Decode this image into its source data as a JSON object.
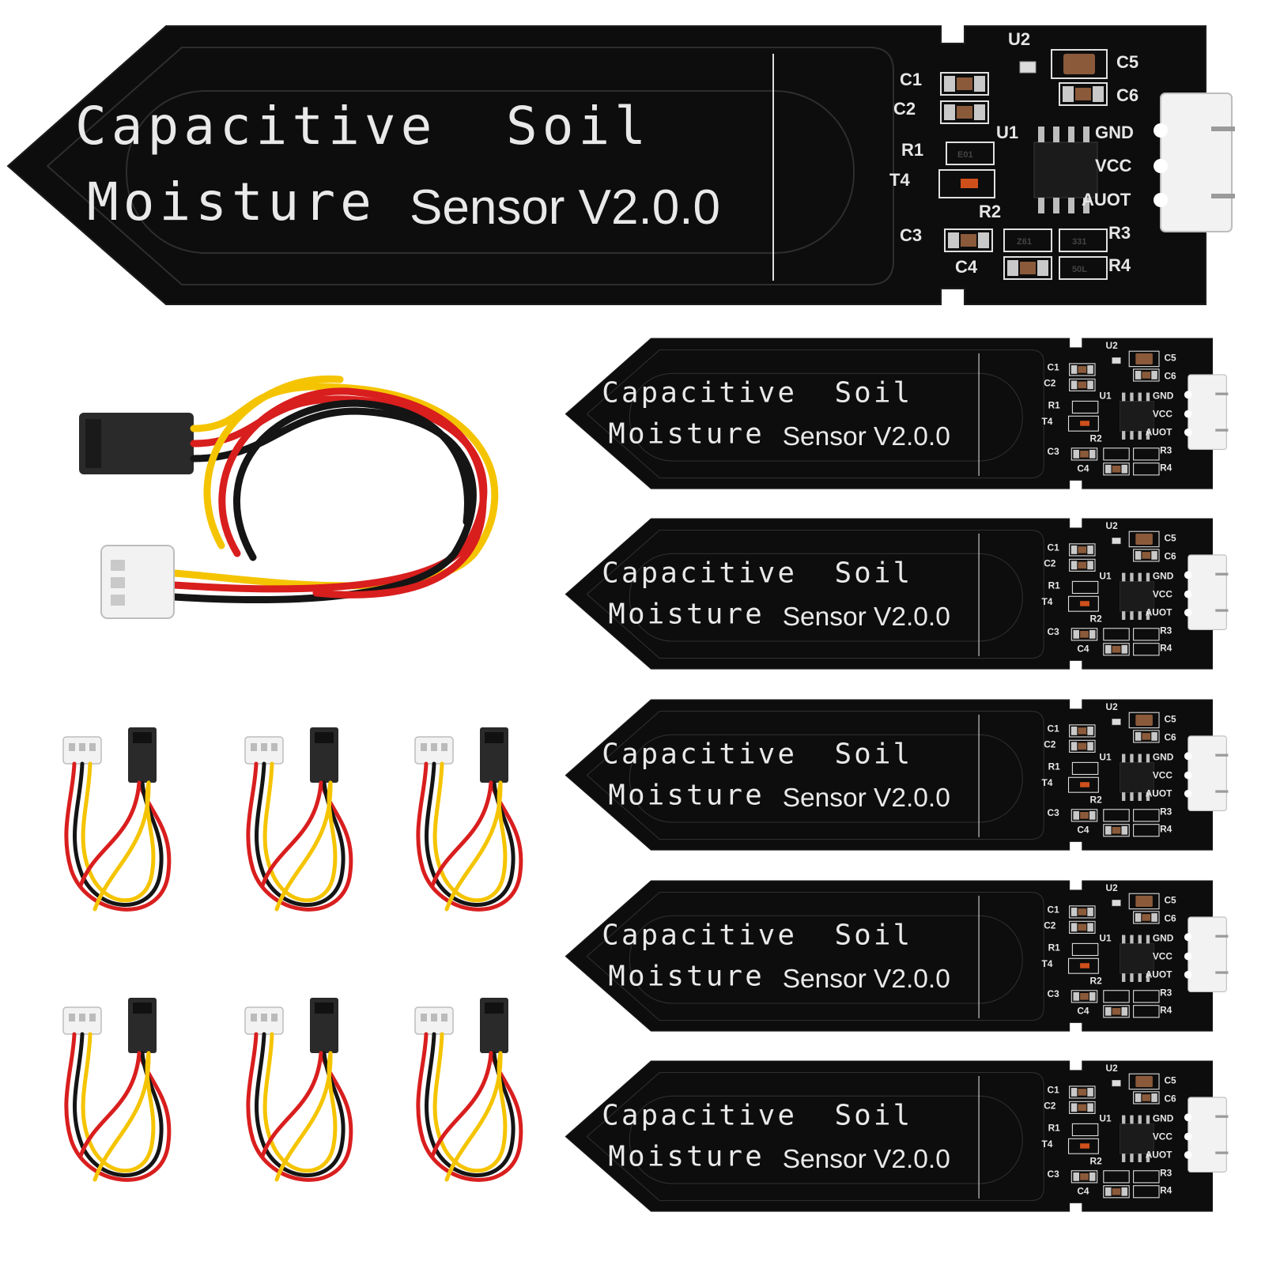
{
  "colors": {
    "pcb": "#0d0d0d",
    "pcb_edge": "#1c1c1c",
    "trace": "#2e2e2e",
    "silkscreen": "#e9e9e9",
    "pad": "#c9c9c9",
    "capacitor": "#8a5a3a",
    "connector": "#f2f2f2",
    "wire_red": "#d91e1e",
    "wire_yellow": "#f5c400",
    "wire_black": "#151515",
    "dupont_housing": "#2a2a2a"
  },
  "icons": {
    "board": "pcb-board-icon",
    "cable": "jumper-cable-icon",
    "connector": "jst-connector-icon"
  },
  "sensor": {
    "title_line1_a": "Capacitive",
    "title_line1_b": "Soil",
    "title_line2_a": "Moisture",
    "title_line2_b": "Sensor V2.0.0",
    "components": {
      "u2": "U2",
      "u1": "U1",
      "c1": "C1",
      "c2": "C2",
      "c3": "C3",
      "c4": "C4",
      "c5": "C5",
      "c6": "C6",
      "r1": "R1",
      "r2": "R2",
      "r3": "R3",
      "r4": "R4",
      "t4": "T4",
      "gnd": "GND",
      "vcc": "VCC",
      "aout": "AUOT"
    },
    "markings": {
      "r1_code": "E01",
      "r2_code": "Z61",
      "r3_code": "331",
      "r4_code": "50L"
    }
  },
  "board_count": 6,
  "cable_count": 7
}
